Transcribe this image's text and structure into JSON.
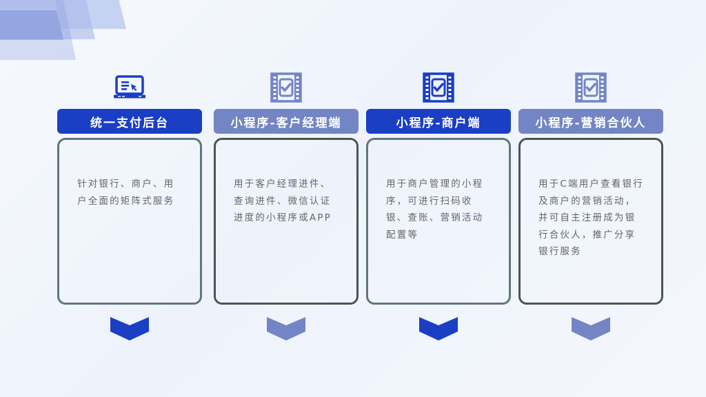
{
  "colors": {
    "primary": "#1A3EC4",
    "secondary": "#7385C4",
    "border_a": "#5F767C",
    "border_b": "#4A5552",
    "text": "#666666"
  },
  "columns": [
    {
      "icon": "laptop-cursor-icon",
      "title": "统一支付后台",
      "description": "针对银行、商户、用户全面的矩阵式服务",
      "chevron": "chevron-down-icon"
    },
    {
      "icon": "film-checkbox-icon",
      "title": "小程序-客户经理端",
      "description": "用于客户经理进件、查询进件、微信认证进度的小程序或APP",
      "chevron": "chevron-down-icon"
    },
    {
      "icon": "film-checkbox-icon",
      "title": "小程序-商户端",
      "description": "用于商户管理的小程序，可进行扫码收银、查账、营销活动配置等",
      "chevron": "chevron-down-icon"
    },
    {
      "icon": "film-checkbox-icon",
      "title": "小程序-营销合伙人",
      "description": "用于C端用户查看银行及商户的营销活动，并可自主注册成为银行合伙人，推广分享银行服务",
      "chevron": "chevron-down-icon"
    }
  ]
}
